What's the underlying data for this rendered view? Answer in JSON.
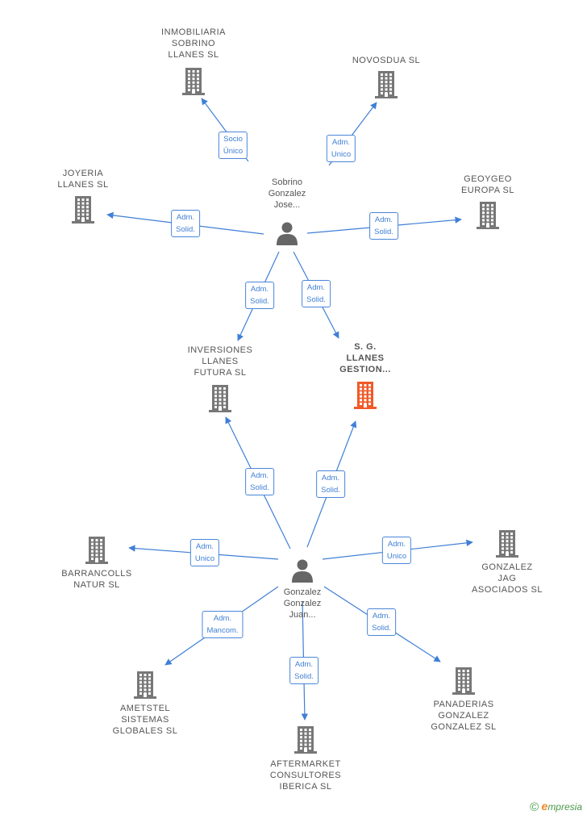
{
  "colors": {
    "edge": "#3f7fd6",
    "building": "#777777",
    "focus": "#f05a28",
    "person": "#666666"
  },
  "nodes": [
    {
      "id": "inmobiliaria",
      "type": "company",
      "label": "INMOBILIARIA\nSOBRINO\nLLANES SL"
    },
    {
      "id": "novosdua",
      "type": "company",
      "label": "NOVOSDUA SL"
    },
    {
      "id": "joyeria",
      "type": "company",
      "label": "JOYERIA\nLLANES SL"
    },
    {
      "id": "geoygeo",
      "type": "company",
      "label": "GEOYGEO\nEUROPA SL"
    },
    {
      "id": "sobrino",
      "type": "person",
      "label": "Sobrino\nGonzalez\nJose..."
    },
    {
      "id": "inversiones",
      "type": "company",
      "label": "INVERSIONES\nLLANES\nFUTURA SL"
    },
    {
      "id": "sg",
      "type": "focus",
      "label": "S. G.\nLLANES\nGESTION..."
    },
    {
      "id": "barrancolls",
      "type": "company",
      "label": "BARRANCOLLS\nNATUR SL"
    },
    {
      "id": "gonzalezjag",
      "type": "company",
      "label": "GONZALEZ\nJAG\nASOCIADOS SL"
    },
    {
      "id": "gonzalez",
      "type": "person",
      "label": "Gonzalez\nGonzalez\nJuan..."
    },
    {
      "id": "ametstel",
      "type": "company",
      "label": "AMETSTEL\nSISTEMAS\nGLOBALES SL"
    },
    {
      "id": "panaderias",
      "type": "company",
      "label": "PANADERIAS\nGONZALEZ\nGONZALEZ SL"
    },
    {
      "id": "aftermarket",
      "type": "company",
      "label": "AFTERMARKET\nCONSULTORES\nIBERICA SL"
    }
  ],
  "edges": [
    {
      "from": "sobrino",
      "to": "inmobiliaria",
      "label": "Socio\nÚnico"
    },
    {
      "from": "sobrino",
      "to": "novosdua",
      "label": "Adm.\nUnico"
    },
    {
      "from": "sobrino",
      "to": "joyeria",
      "label": "Adm.\nSolid."
    },
    {
      "from": "sobrino",
      "to": "geoygeo",
      "label": "Adm.\nSolid."
    },
    {
      "from": "sobrino",
      "to": "inversiones",
      "label": "Adm.\nSolid."
    },
    {
      "from": "sobrino",
      "to": "sg",
      "label": "Adm.\nSolid."
    },
    {
      "from": "gonzalez",
      "to": "inversiones",
      "label": "Adm.\nSolid."
    },
    {
      "from": "gonzalez",
      "to": "sg",
      "label": "Adm.\nSolid."
    },
    {
      "from": "gonzalez",
      "to": "barrancolls",
      "label": "Adm.\nUnico"
    },
    {
      "from": "gonzalez",
      "to": "gonzalezjag",
      "label": "Adm.\nUnico"
    },
    {
      "from": "gonzalez",
      "to": "ametstel",
      "label": "Adm.\nMancom."
    },
    {
      "from": "gonzalez",
      "to": "panaderias",
      "label": "Adm.\nSolid."
    },
    {
      "from": "gonzalez",
      "to": "aftermarket",
      "label": "Adm.\nSolid."
    }
  ],
  "footer": {
    "copyright": "©",
    "brand_initial": "e",
    "brand_rest": "mpresia"
  }
}
